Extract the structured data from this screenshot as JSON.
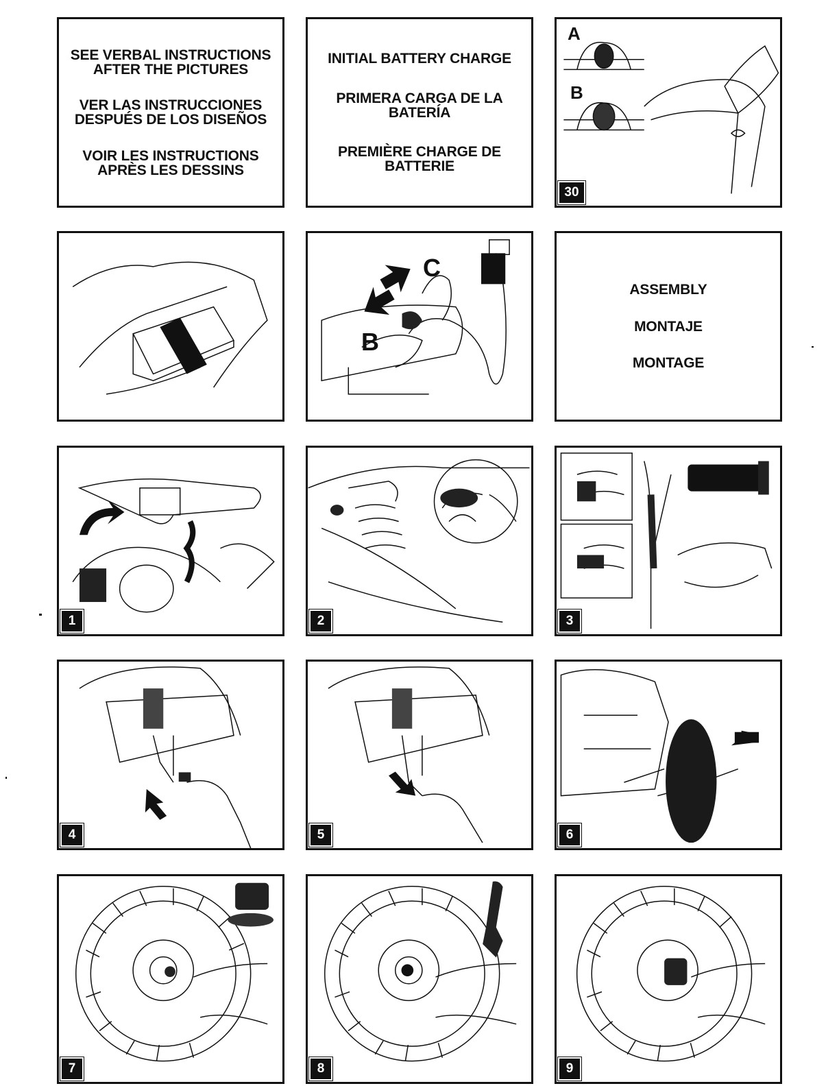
{
  "panels": {
    "verbal": {
      "lines_en": [
        "SEE VERBAL INSTRUCTIONS",
        "AFTER THE PICTURES"
      ],
      "lines_es": [
        "VER LAS INSTRUCCIONES",
        "DESPUÉS DE LOS DISEÑOS"
      ],
      "lines_fr": [
        "VOIR LES INSTRUCTIONS",
        "APRÈS LES DESSINS"
      ]
    },
    "battery": {
      "en": "INITIAL BATTERY CHARGE",
      "lines_es": [
        "PRIMERA CARGA DE LA",
        "BATERÍA"
      ],
      "lines_fr": [
        "PREMIÈRE CHARGE DE",
        "BATTERIE"
      ]
    },
    "assembly": {
      "en": "ASSEMBLY",
      "es": "MONTAJE",
      "fr": "MONTAGE"
    },
    "step30": {
      "number": "30",
      "label_a": "A",
      "label_b": "B"
    },
    "charger": {
      "label_b": "B",
      "label_c": "C"
    },
    "step1": {
      "number": "1"
    },
    "step2": {
      "number": "2"
    },
    "step3": {
      "number": "3"
    },
    "step4": {
      "number": "4"
    },
    "step5": {
      "number": "5"
    },
    "step6": {
      "number": "6"
    },
    "step7": {
      "number": "7"
    },
    "step8": {
      "number": "8"
    },
    "step9": {
      "number": "9"
    }
  },
  "icons": [
    "arrow-icon",
    "tire-icon",
    "hand-icon",
    "wrench-icon",
    "nut-icon",
    "washer-icon",
    "charger-icon",
    "battery-icon"
  ]
}
